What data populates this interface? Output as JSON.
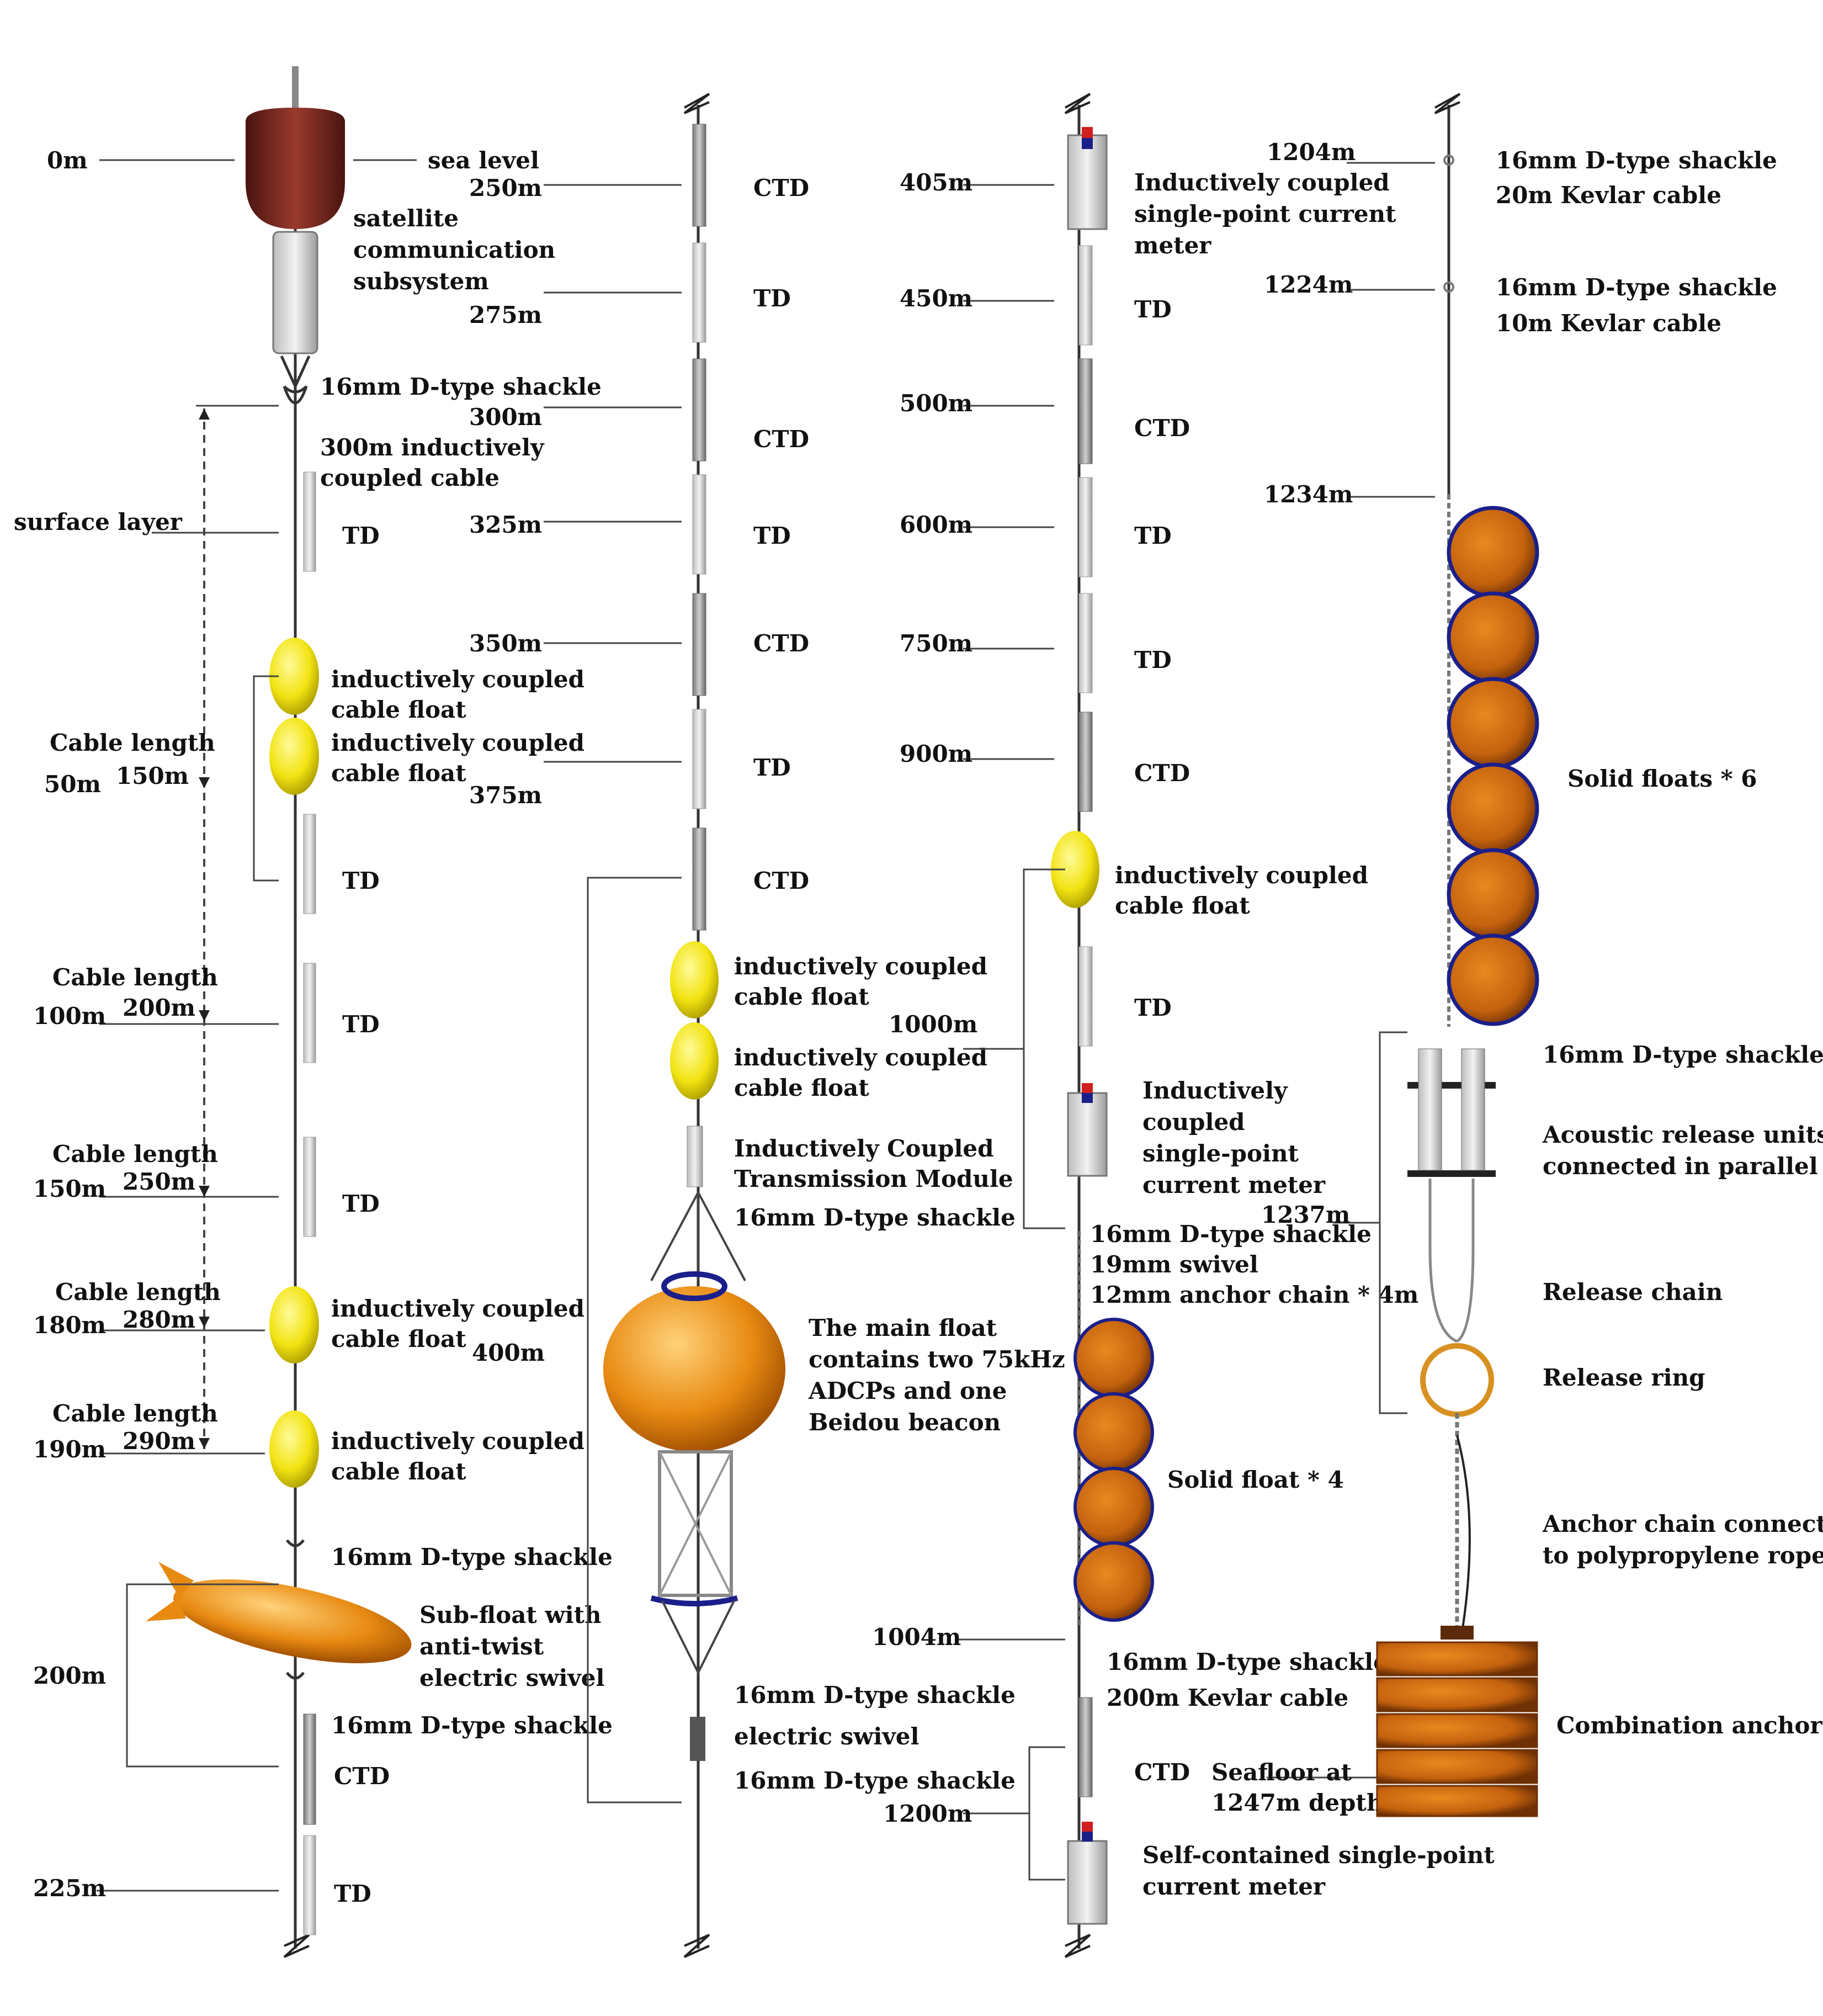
{
  "col1": {
    "depths": {
      "d0": "0m",
      "d50": "50m",
      "d100": "100m",
      "d150": "150m",
      "d180": "180m",
      "d190": "190m",
      "d200": "200m",
      "d225": "225m"
    },
    "cable_title": "Cable length",
    "cables": {
      "c150": "150m",
      "c200": "200m",
      "c250": "250m",
      "c280": "280m",
      "c290": "290m"
    },
    "sea_level": "sea level",
    "satellite": [
      "satellite",
      "communication",
      "subsystem"
    ],
    "shackle": "16mm D-type shackle",
    "cable_300": [
      "300m inductively",
      "coupled cable"
    ],
    "surface_layer": "surface layer",
    "td": "TD",
    "ctd": "CTD",
    "float_label": [
      "inductively coupled",
      "cable float"
    ],
    "subfloat": [
      "Sub-float with",
      "anti-twist",
      "electric swivel"
    ]
  },
  "col2": {
    "depths": {
      "d250": "250m",
      "d275": "275m",
      "d300": "300m",
      "d325": "325m",
      "d350": "350m",
      "d375": "375m",
      "d400": "400m"
    },
    "ctd": "CTD",
    "td": "TD",
    "float_label": [
      "inductively coupled",
      "cable float"
    ],
    "icm": [
      "Inductively Coupled",
      "Transmission Module"
    ],
    "shackle": "16mm D-type shackle",
    "main_float": [
      "The main float",
      "contains two 75kHz",
      "ADCPs and one",
      "Beidou beacon"
    ],
    "swivel": "electric swivel"
  },
  "col3": {
    "depths": {
      "d405": "405m",
      "d450": "450m",
      "d500": "500m",
      "d600": "600m",
      "d750": "750m",
      "d900": "900m",
      "d1000": "1000m",
      "d1004": "1004m",
      "d1200": "1200m"
    },
    "ic_meter_top": [
      "Inductively coupled",
      "single-point current",
      "meter"
    ],
    "td": "TD",
    "ctd": "CTD",
    "float_label": [
      "inductively coupled",
      "cable float"
    ],
    "ic_meter_mid": [
      "Inductively",
      "coupled",
      "single-point",
      "current meter"
    ],
    "shackle": "16mm D-type shackle",
    "swivel19": "19mm swivel",
    "anchor_chain": "12mm anchor chain * 4m",
    "solid4": "Solid float * 4",
    "kevlar200": "200m Kevlar cable",
    "seafloor": [
      "Seafloor at",
      "1247m depth"
    ],
    "self_meter": [
      "Self-contained single-point",
      "current meter"
    ]
  },
  "col4": {
    "depths": {
      "d1204": "1204m",
      "d1224": "1224m",
      "d1234": "1234m",
      "d1237": "1237m"
    },
    "shackle": "16mm D-type shackle",
    "kevlar20": "20m Kevlar cable",
    "kevlar10": "10m Kevlar cable",
    "solid6": "Solid floats * 6",
    "acoustic": [
      "Acoustic release units",
      "connected in parallel"
    ],
    "release_chain": "Release chain",
    "release_ring": "Release ring",
    "anchor_chain_rope": [
      "Anchor chain connected",
      "to polypropylene rope"
    ],
    "anchor": "Combination anchor"
  },
  "colors": {
    "buoy": "#7a2a22",
    "yellow": "#f2e312",
    "orange": "#e88a12",
    "navy": "#1b1f8a",
    "anchor": "#b85c18"
  }
}
